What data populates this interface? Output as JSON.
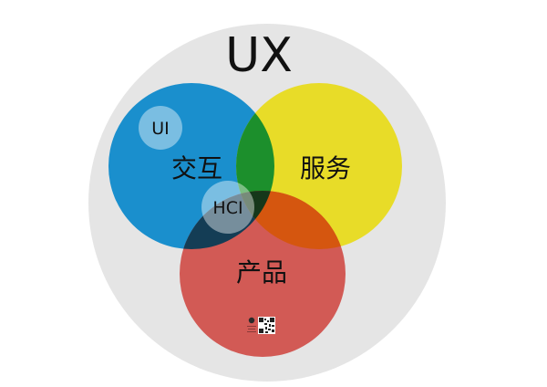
{
  "diagram": {
    "outer_label": "UX",
    "sets": {
      "interaction": {
        "label": "交互",
        "color": "#1a8fcd"
      },
      "service": {
        "label": "服务",
        "color": "#e8dc28"
      },
      "product": {
        "label": "产品",
        "color": "#d25a55"
      }
    },
    "overlaps": {
      "interaction_service": "#1c8f2c",
      "service_product": "#d5560f",
      "interaction_product": "#143d55",
      "all": "#16371a"
    },
    "sub_bubbles": {
      "ui": {
        "label": "UI"
      },
      "hci": {
        "label": "HCI"
      }
    },
    "outer_color": "#e5e5e5",
    "watermark": {
      "icons": [
        "avatar-icon",
        "qr-code-icon"
      ]
    }
  }
}
